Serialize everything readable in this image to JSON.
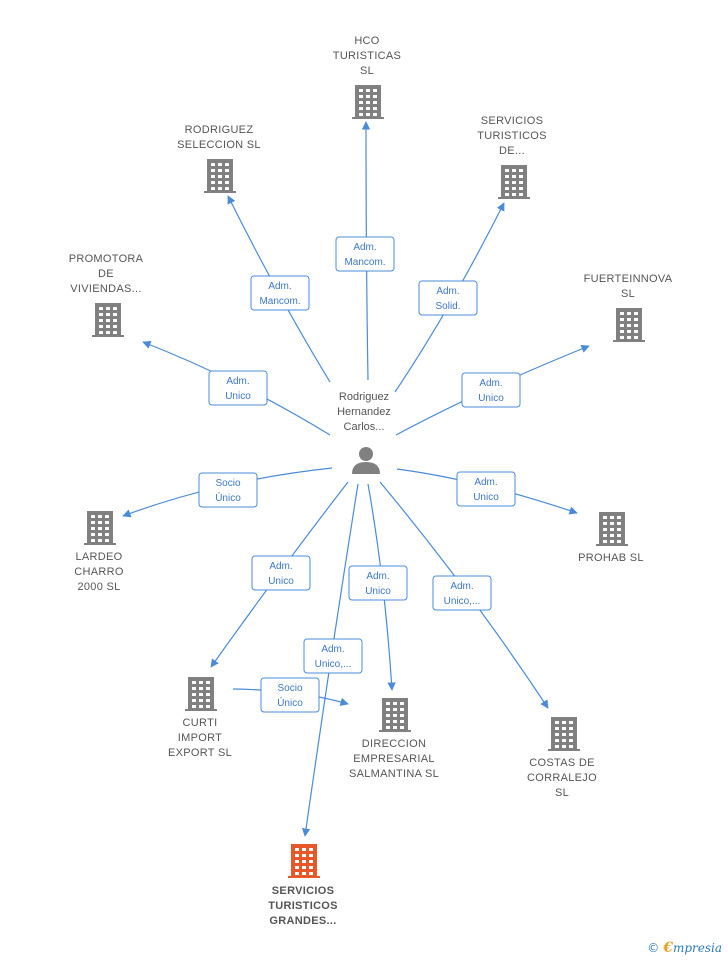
{
  "center": {
    "label_lines": [
      "Rodriguez",
      "Hernandez",
      "Carlos..."
    ]
  },
  "nodes": [
    {
      "id": "hco",
      "label_lines": [
        "HCO",
        "TURISTICAS",
        "SL"
      ],
      "highlight": false
    },
    {
      "id": "rodriguez-seleccion",
      "label_lines": [
        "RODRIGUEZ",
        "SELECCION  SL"
      ],
      "highlight": false
    },
    {
      "id": "servicios-turisticos-de",
      "label_lines": [
        "SERVICIOS",
        "TURISTICOS",
        "DE..."
      ],
      "highlight": false
    },
    {
      "id": "promotora",
      "label_lines": [
        "PROMOTORA",
        "DE",
        "VIVIENDAS..."
      ],
      "highlight": false
    },
    {
      "id": "fuerteinnova",
      "label_lines": [
        "FUERTEINNOVA",
        "SL"
      ],
      "highlight": false
    },
    {
      "id": "lardeo",
      "label_lines": [
        "LARDEO",
        "CHARRO",
        "2000  SL"
      ],
      "highlight": false
    },
    {
      "id": "prohab",
      "label_lines": [
        "PROHAB  SL"
      ],
      "highlight": false
    },
    {
      "id": "curti",
      "label_lines": [
        "CURTI",
        "IMPORT",
        "EXPORT  SL"
      ],
      "highlight": false
    },
    {
      "id": "direccion",
      "label_lines": [
        "DIRECCION",
        "EMPRESARIAL",
        "SALMANTINA SL"
      ],
      "highlight": false
    },
    {
      "id": "costas",
      "label_lines": [
        "COSTAS DE",
        "CORRALEJO",
        "SL"
      ],
      "highlight": false
    },
    {
      "id": "servicios-grandes",
      "label_lines": [
        "SERVICIOS",
        "TURISTICOS",
        "GRANDES..."
      ],
      "highlight": true
    }
  ],
  "edges": [
    {
      "to": "hco",
      "label_lines": [
        "Adm.",
        "Mancom."
      ]
    },
    {
      "to": "rodriguez-seleccion",
      "label_lines": [
        "Adm.",
        "Mancom."
      ]
    },
    {
      "to": "servicios-turisticos-de",
      "label_lines": [
        "Adm.",
        "Solid."
      ]
    },
    {
      "to": "promotora",
      "label_lines": [
        "Adm.",
        "Unico"
      ]
    },
    {
      "to": "fuerteinnova",
      "label_lines": [
        "Adm.",
        "Unico"
      ]
    },
    {
      "to": "lardeo",
      "label_lines": [
        "Socio",
        "Único"
      ]
    },
    {
      "to": "prohab",
      "label_lines": [
        "Adm.",
        "Unico"
      ]
    },
    {
      "to": "curti",
      "label_lines": [
        "Adm.",
        "Unico"
      ]
    },
    {
      "to": "direccion",
      "label_lines": [
        "Adm.",
        "Unico"
      ]
    },
    {
      "to": "costas",
      "label_lines": [
        "Adm.",
        "Unico,..."
      ]
    },
    {
      "to": "servicios-grandes",
      "label_lines": [
        "Adm.",
        "Unico,..."
      ]
    },
    {
      "from": "curti",
      "to": "direccion",
      "label_lines": [
        "Socio",
        "Único"
      ]
    }
  ],
  "colors": {
    "edge": "#4a8bd8",
    "building": "#808080",
    "building_highlight": "#e8572a",
    "person": "#808080"
  },
  "icons": {
    "building": "building-icon",
    "person": "person-icon"
  },
  "footer": {
    "copyright": "©",
    "brand_initial": "€",
    "brand_rest": "mpresia"
  }
}
